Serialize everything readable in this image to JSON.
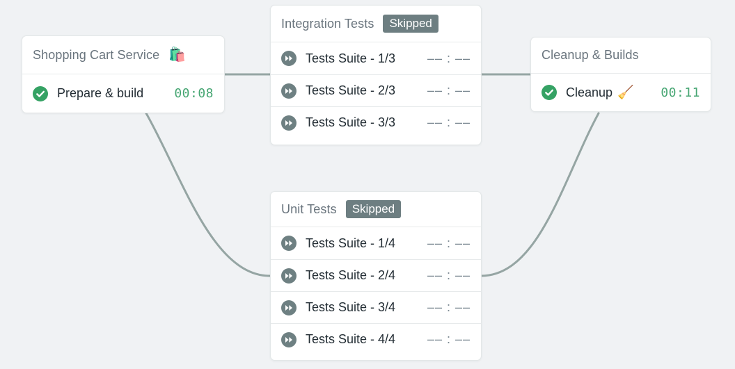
{
  "canvas": {
    "background": "#f0f2f4"
  },
  "colors": {
    "connector_line": "#95a5a3",
    "check_circle_green": "#35a264",
    "timer_green": "#47a673",
    "skipped_badge_bg": "#6d7e81",
    "fast_forward_circle": "#6e8082",
    "card_bg": "#ffffff",
    "header_text": "#69747d",
    "row_text": "#232d34"
  },
  "blocks": [
    {
      "title": "Shopping Cart Service",
      "emoji": "🛍️",
      "jobs": [
        {
          "icon": "check",
          "label": "Prepare & build",
          "duration": "00:08"
        }
      ]
    },
    {
      "title": "Integration Tests",
      "badge": "Skipped",
      "jobs": [
        {
          "icon": "fast-forward",
          "label": "Tests Suite - 1/3",
          "duration": "–– : ––"
        },
        {
          "icon": "fast-forward",
          "label": "Tests Suite - 2/3",
          "duration": "–– : ––"
        },
        {
          "icon": "fast-forward",
          "label": "Tests Suite - 3/3",
          "duration": "–– : ––"
        }
      ]
    },
    {
      "title": "Cleanup & Builds",
      "jobs": [
        {
          "icon": "check",
          "label": "Cleanup",
          "emoji": "🧹",
          "duration": "00:11"
        }
      ]
    },
    {
      "title": "Unit Tests",
      "badge": "Skipped",
      "jobs": [
        {
          "icon": "fast-forward",
          "label": "Tests Suite - 1/4",
          "duration": "–– : ––"
        },
        {
          "icon": "fast-forward",
          "label": "Tests Suite - 2/4",
          "duration": "–– : ––"
        },
        {
          "icon": "fast-forward",
          "label": "Tests Suite - 3/4",
          "duration": "–– : ––"
        },
        {
          "icon": "fast-forward",
          "label": "Tests Suite - 4/4",
          "duration": "–– : ––"
        }
      ]
    }
  ]
}
